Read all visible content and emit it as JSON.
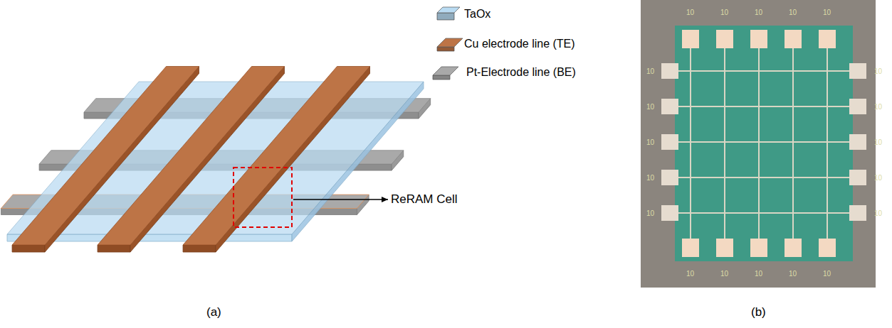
{
  "diagram": {
    "labels": [
      "ReRAM Cell",
      "(a)",
      "(b)",
      "10",
      "10",
      "10",
      "10",
      "10",
      "10",
      "10",
      "10",
      "10",
      "10",
      "10",
      "10",
      "10",
      "10",
      "10",
      "10",
      "10",
      "10",
      "10",
      "10"
    ],
    "legend": [
      {
        "text": "TaOx",
        "color": "#b9dbf2"
      },
      {
        "text": "Cu electrode line (TE)",
        "color": "#bd7446"
      },
      {
        "text": "Pt-Electrode line (BE)",
        "color": "#a9a9a9"
      }
    ]
  }
}
